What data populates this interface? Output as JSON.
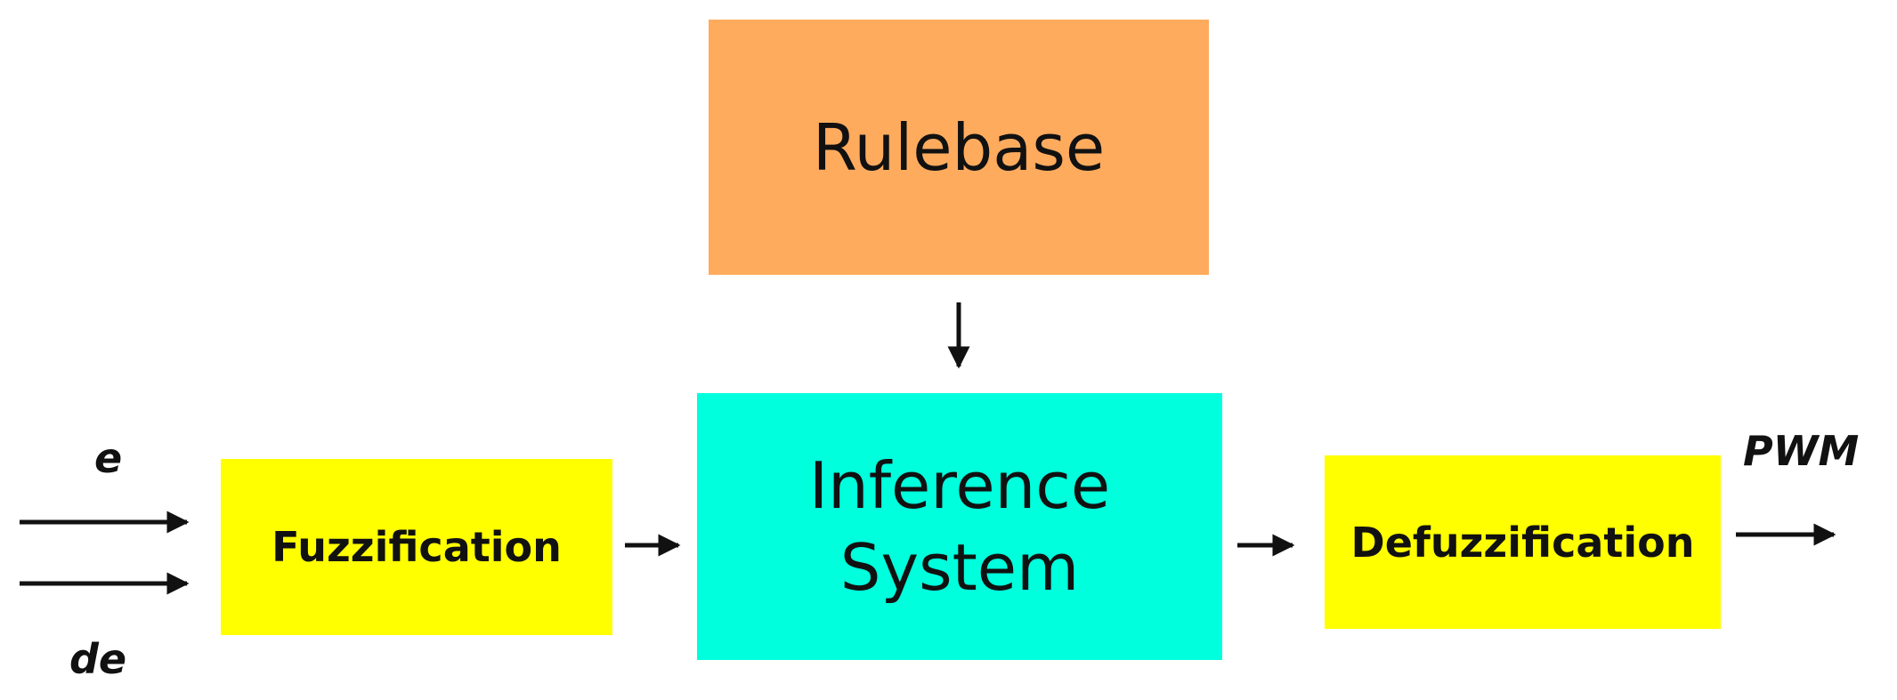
{
  "blocks": {
    "rulebase": {
      "label": "Rulebase",
      "color": "#FFAB5E"
    },
    "inference": {
      "line1": "Inference",
      "line2": "System",
      "color": "#00FFDD"
    },
    "fuzzification": {
      "label": "Fuzzification",
      "color": "#FFFF00"
    },
    "defuzzification": {
      "label": "Defuzzification",
      "color": "#FFFF00"
    }
  },
  "signals": {
    "input_e": "e",
    "input_de": "de",
    "output": "PWM"
  },
  "edges": [
    {
      "from": "input_e",
      "to": "fuzzification"
    },
    {
      "from": "input_de",
      "to": "fuzzification"
    },
    {
      "from": "fuzzification",
      "to": "inference"
    },
    {
      "from": "rulebase",
      "to": "inference"
    },
    {
      "from": "inference",
      "to": "defuzzification"
    },
    {
      "from": "defuzzification",
      "to": "output"
    }
  ]
}
